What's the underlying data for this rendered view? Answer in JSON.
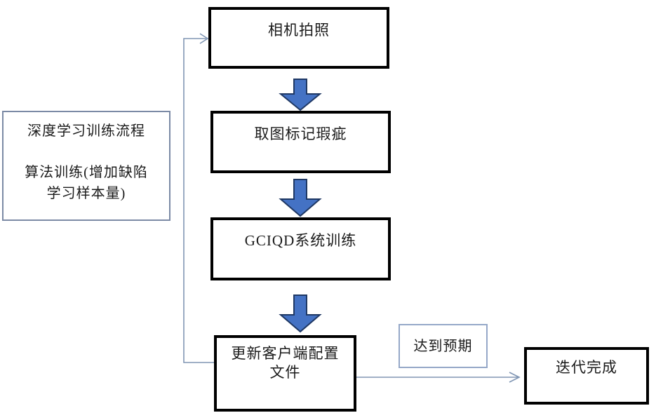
{
  "diagram": {
    "type": "flowchart",
    "nodes": {
      "camera": {
        "label": "相机拍照"
      },
      "mark_defects": {
        "label": "取图标记瑕疵"
      },
      "system_training": {
        "label": "GCIQD系统训练"
      },
      "update_config": {
        "line1": "更新客户端配置",
        "line2": "文件"
      },
      "iteration_done": {
        "label": "迭代完成"
      },
      "side_note": {
        "line1": "深度学习训练流程",
        "line2": "算法训练(增加缺陷",
        "line3": "学习样本量)"
      }
    },
    "edges": [
      {
        "from": "camera",
        "to": "mark_defects",
        "style": "block-arrow-down"
      },
      {
        "from": "mark_defects",
        "to": "system_training",
        "style": "block-arrow-down"
      },
      {
        "from": "system_training",
        "to": "update_config",
        "style": "block-arrow-down"
      },
      {
        "from": "update_config",
        "to": "camera",
        "style": "thin-line-arrow-feedback-loop"
      },
      {
        "from": "update_config",
        "to": "iteration_done",
        "style": "thin-line-arrow-right",
        "label": "达到预期"
      }
    ],
    "colors": {
      "background": "#ffffff",
      "main_box_border": "#000000",
      "note_box_border": "#7b8aa5",
      "edge_label_border": "#95a8c8",
      "connector_line": "#8096b4",
      "block_arrow_fill": "#4472c4",
      "block_arrow_stroke": "#1f3864",
      "text": "#1a1a1a"
    }
  }
}
